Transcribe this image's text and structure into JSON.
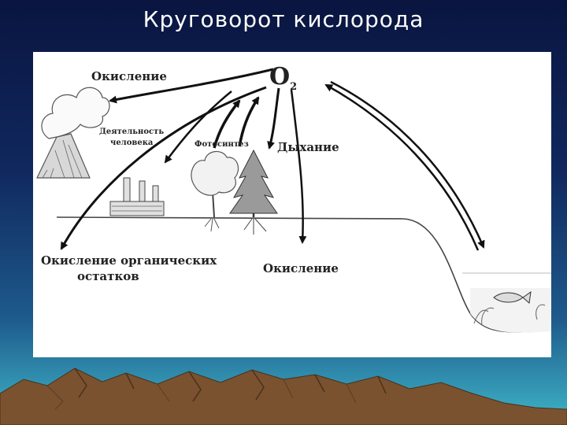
{
  "slide": {
    "title": "Круговорот кислорода"
  },
  "diagram": {
    "center": {
      "symbol": "O",
      "subscript": "2"
    },
    "labels": {
      "oxidation_top": "Окисление",
      "human_activity_line1": "Деятельность",
      "human_activity_line2": "человека",
      "photosynthesis": "Фотосинтез",
      "respiration": "Дыхание",
      "organic_oxidation_line1": "Окисление органических",
      "organic_oxidation_line2": "остатков",
      "oxidation_bottom": "Окисление"
    }
  },
  "colors": {
    "background_top": "#0a1540",
    "background_bottom": "#3fb6c8",
    "panel": "#ffffff",
    "ink": "#222222",
    "mountains": "#7a5230"
  }
}
